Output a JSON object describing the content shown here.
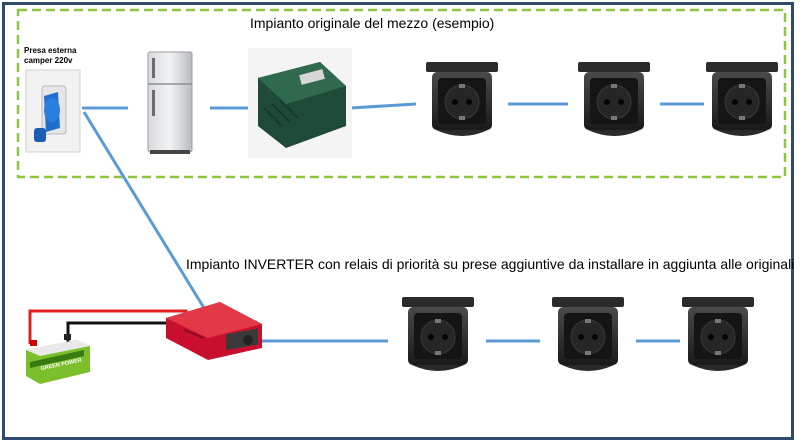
{
  "diagram": {
    "original_title": "Impianto originale del mezzo (esempio)",
    "inverter_title": "Impianto INVERTER con relais di priorità su prese aggiuntive da installare in aggiunta alle originali",
    "camper_label": "Presa esterna camper 220v",
    "battery_text": "GREEN POWER"
  },
  "colors": {
    "frame": "#2e4b6b",
    "dashed_box": "#8cc63f",
    "wire": "#5b9bd5",
    "dc_positive": "#e02020",
    "dc_negative": "#111111",
    "inverter": "#c8102e",
    "charger": "#1f4a37",
    "battery": "#7bbf2a"
  },
  "icons": [
    "external-plug-icon",
    "fridge-icon",
    "charger-icon",
    "socket-icon",
    "inverter-icon",
    "battery-icon"
  ]
}
